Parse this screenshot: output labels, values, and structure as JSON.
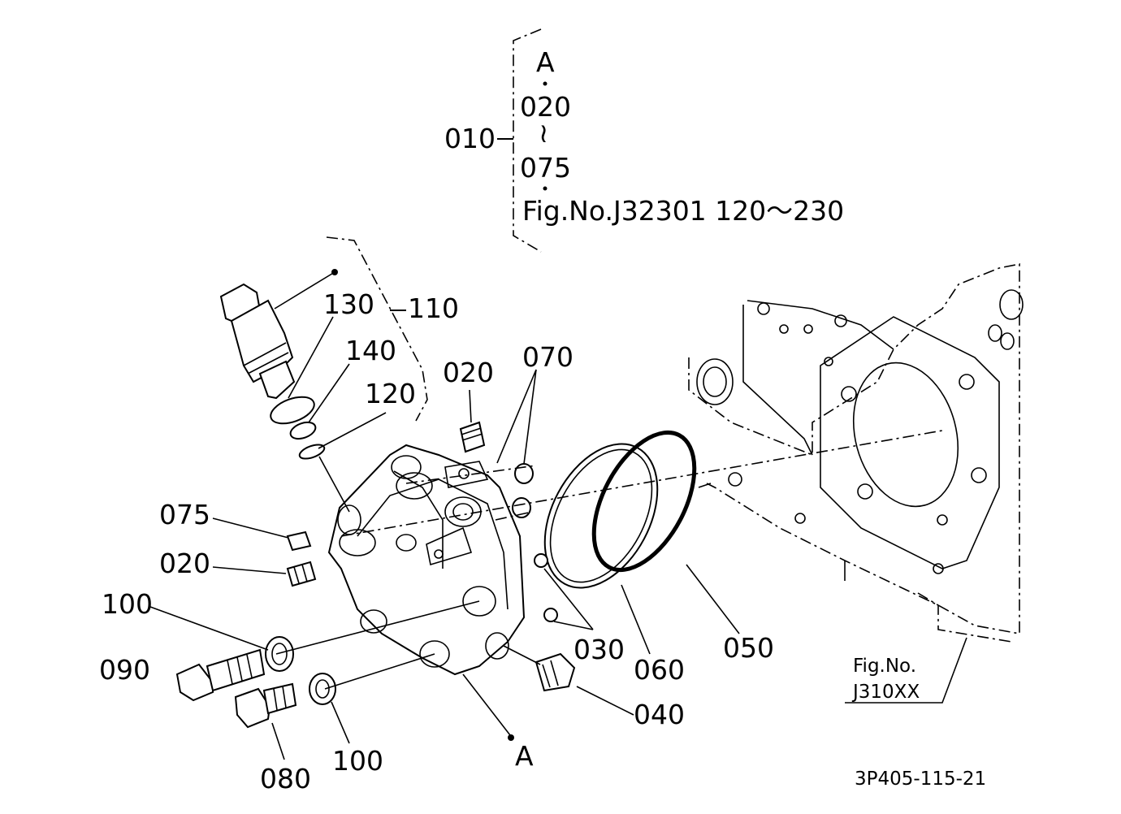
{
  "callouts": {
    "c010": "010",
    "c020_top": "020",
    "c020_left": "020",
    "c030": "030",
    "c040": "040",
    "c050": "050",
    "c060": "060",
    "c070": "070",
    "c075": "075",
    "c080": "080",
    "c090": "090",
    "c100_a": "100",
    "c100_b": "100",
    "c110": "110",
    "c120": "120",
    "c130": "130",
    "c140": "140"
  },
  "assembly_group": {
    "ref_a": "A",
    "range_start": "020",
    "range_sep": "≀",
    "range_end": "075",
    "fig_ref": "Fig.No.J32301  120～230"
  },
  "marker_a": "A",
  "related_figure": {
    "line1": "Fig.No.",
    "line2": "J310XX"
  },
  "drawing_number": "3P405-115-21"
}
